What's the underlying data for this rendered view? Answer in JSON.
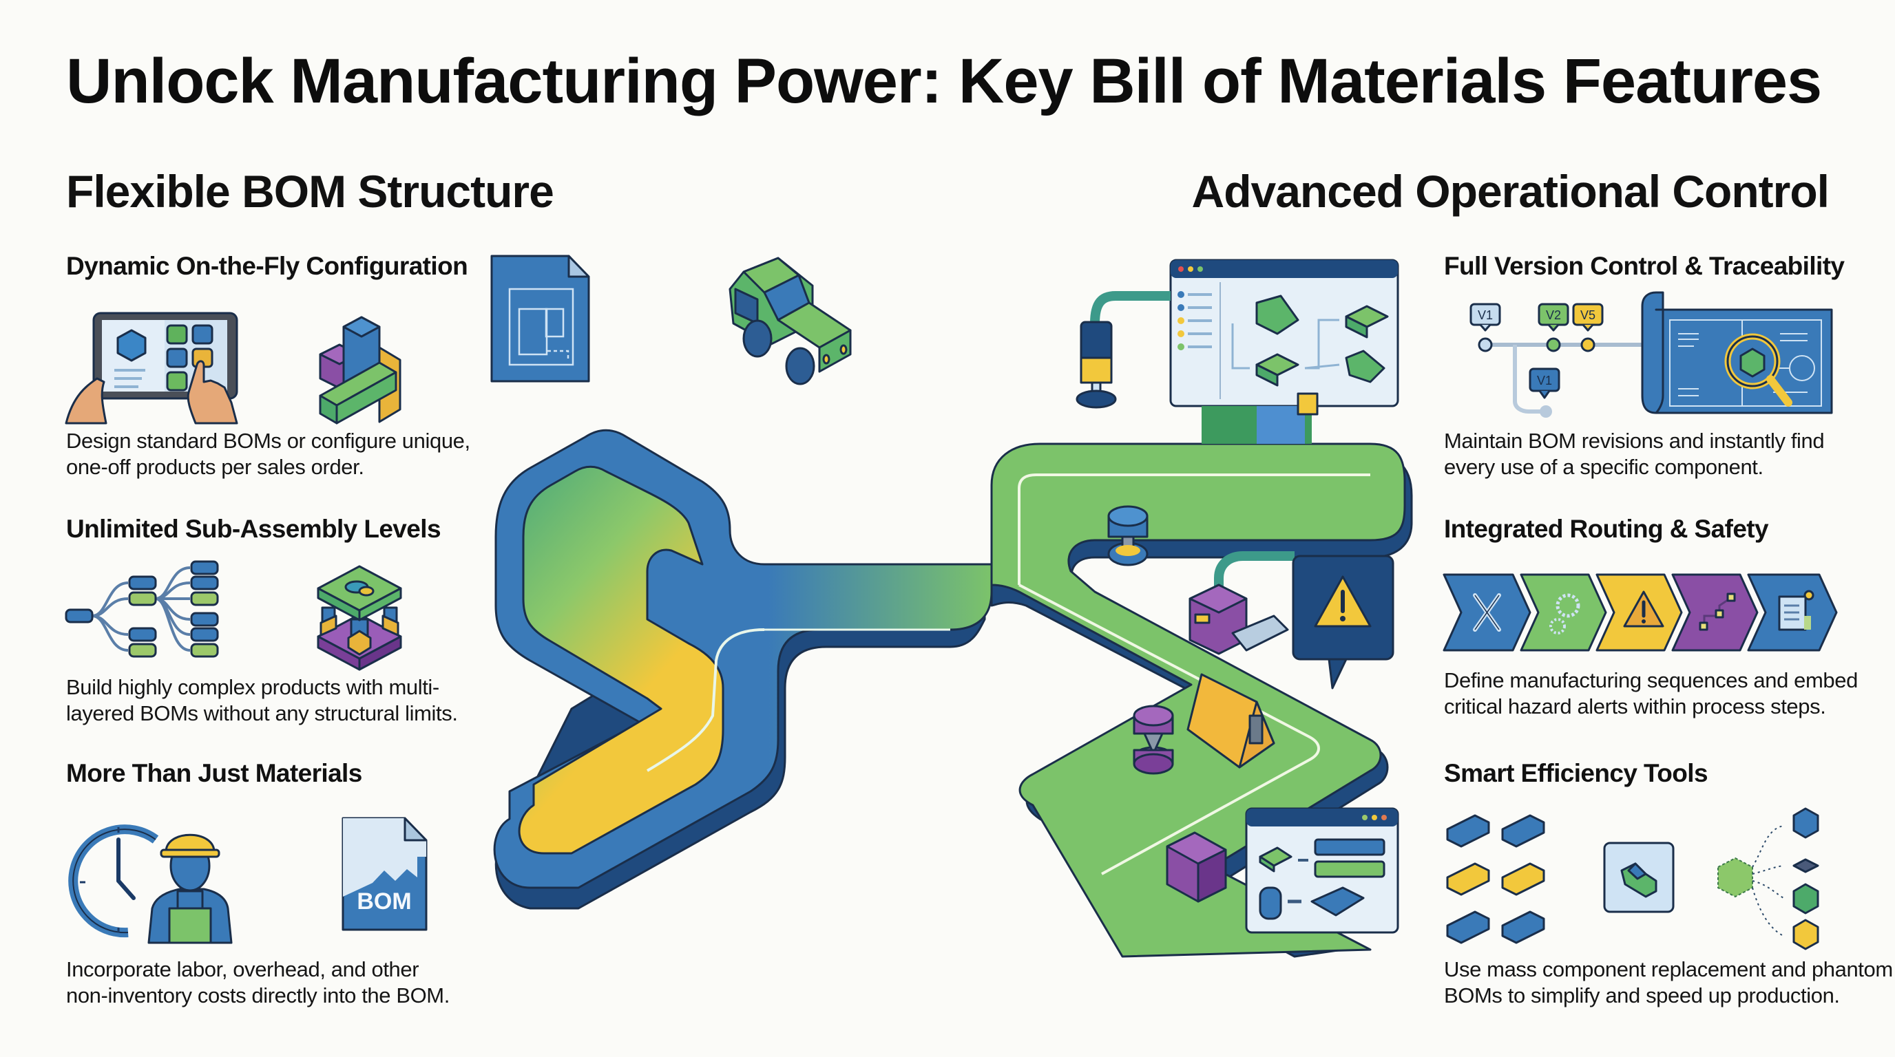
{
  "title": "Unlock Manufacturing Power: Key Bill of Materials Features",
  "sections": {
    "left": {
      "heading": "Flexible BOM Structure",
      "features": [
        {
          "title": "Dynamic On-the-Fly Configuration",
          "description_lines": [
            "Design standard BOMs or configure unique,",
            "one-off products per sales order."
          ],
          "icons": [
            "tablet-configurator-icon",
            "stacked-blocks-icon"
          ]
        },
        {
          "title": "Unlimited Sub-Assembly Levels",
          "description_lines": [
            "Build highly complex products with multi-",
            "layered BOMs without any structural limits."
          ],
          "icons": [
            "hierarchy-tree-icon",
            "layered-assembly-icon"
          ]
        },
        {
          "title": "More Than Just Materials",
          "description_lines": [
            "Incorporate labor, overhead, and other",
            "non-inventory costs directly into the BOM."
          ],
          "icons": [
            "clock-worker-icon",
            "bom-document-icon"
          ],
          "bom_doc_label": "BOM"
        }
      ]
    },
    "right": {
      "heading": "Advanced Operational Control",
      "features": [
        {
          "title": "Full Version Control & Traceability",
          "description_lines": [
            "Maintain BOM revisions and instantly find",
            "every use of a specific component."
          ],
          "icons": [
            "version-timeline-icon",
            "blueprint-magnifier-icon"
          ],
          "version_tags": [
            "V1",
            "V2",
            "V5",
            "V1"
          ]
        },
        {
          "title": "Integrated Routing & Safety",
          "description_lines": [
            "Define manufacturing sequences and embed",
            "critical hazard alerts within process steps."
          ],
          "icons": [
            "routing-steps-icon"
          ],
          "routing_steps": [
            "tools-icon",
            "gears-icon",
            "warning-icon",
            "workflow-icon",
            "checklist-icon"
          ]
        },
        {
          "title": "Smart Efficiency Tools",
          "description_lines": [
            "Use mass component replacement and phantom",
            "BOMs to simplify and speed up production."
          ],
          "icons": [
            "component-replacement-icon",
            "car-assembly-icon",
            "phantom-bom-icon"
          ]
        }
      ]
    }
  },
  "illustration": {
    "name": "manufacturing-flow-illustration",
    "elements": [
      "blueprint-icon",
      "car-icon",
      "s-path",
      "software-window-icon",
      "press-machine-icon",
      "stamp-machine-icon",
      "purple-conveyor-machine-icon",
      "warning-sign-icon",
      "yellow-tent-icon",
      "purple-press-icon",
      "purple-box-icon",
      "replacement-window-icon"
    ]
  },
  "colors": {
    "blue": "#3a7ab8",
    "dark_navy": "#1a3a66",
    "green": "#7cc36a",
    "teal_green": "#4daa7a",
    "yellow": "#f2c83c",
    "purple": "#8a4fa5",
    "light_blue": "#dbe9f5",
    "background": "#fbfbf8"
  }
}
